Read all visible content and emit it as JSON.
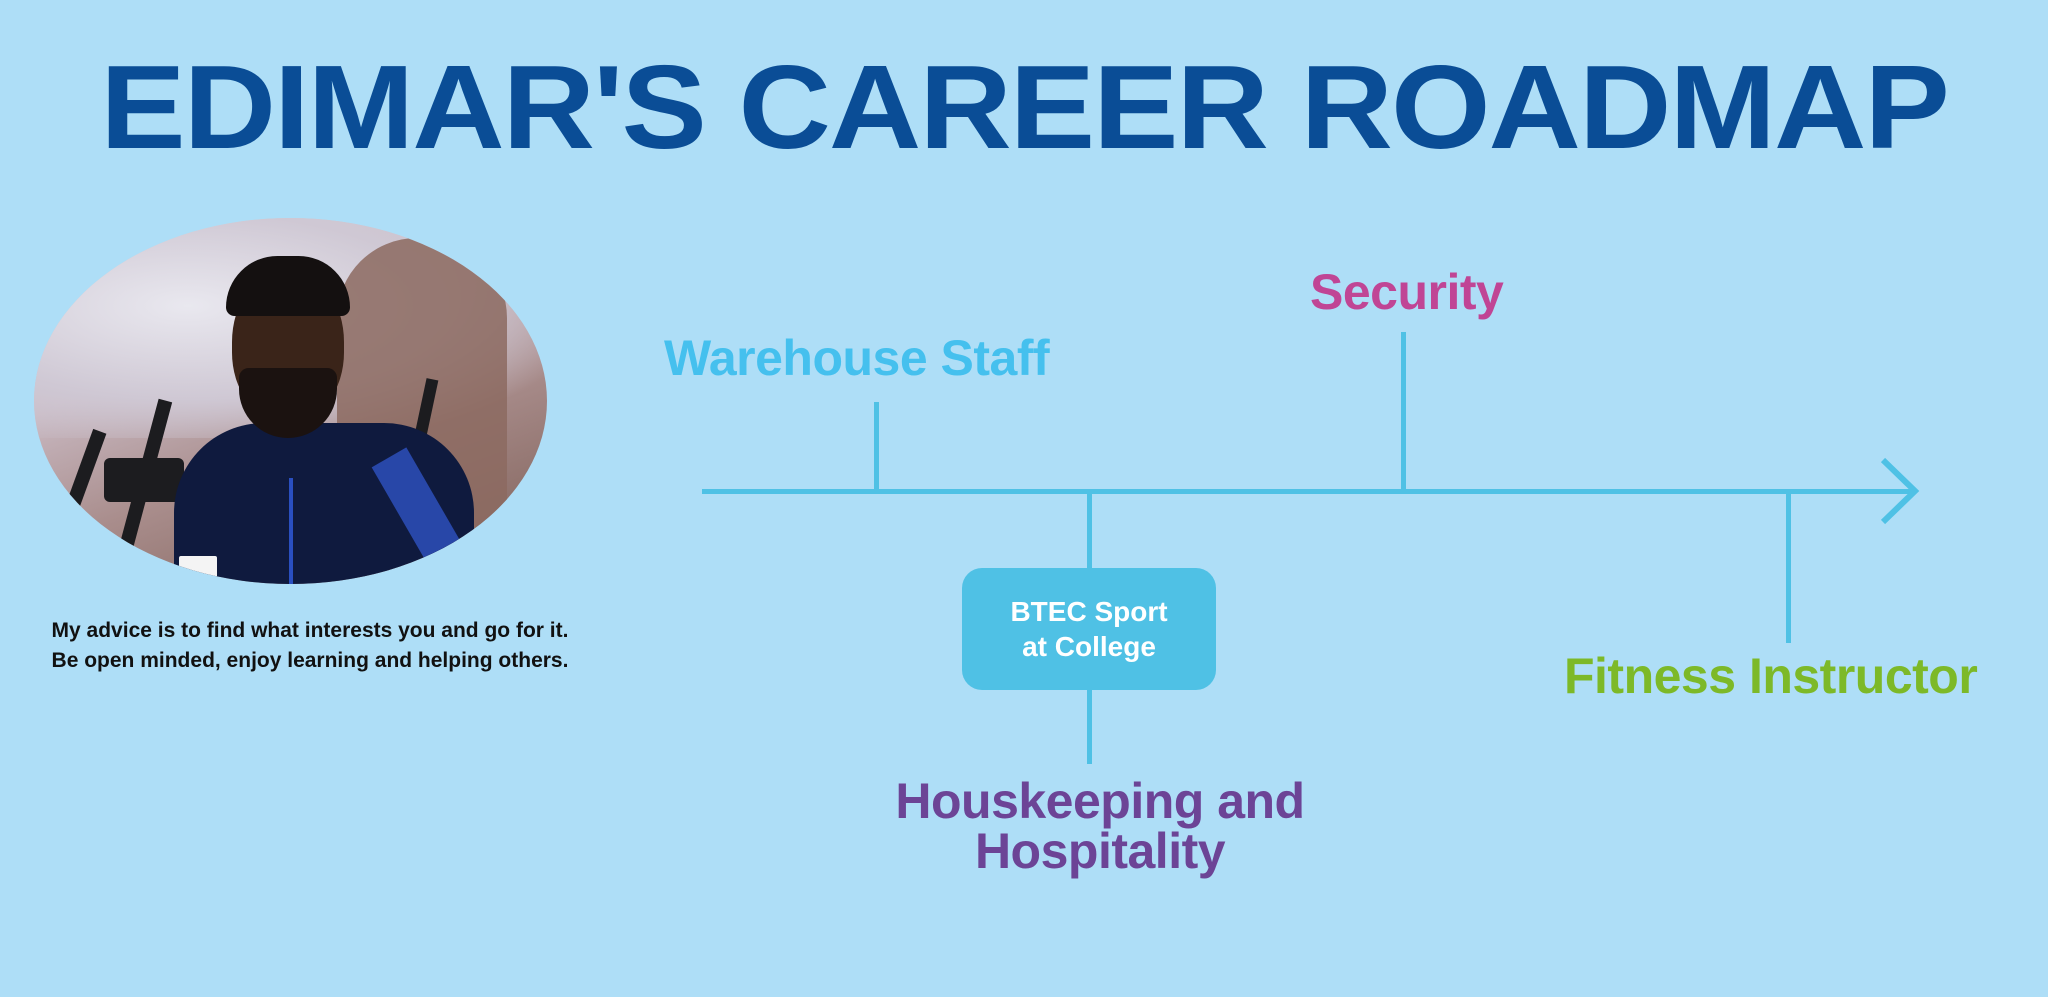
{
  "title": "EDIMAR'S CAREER ROADMAP",
  "profile": {
    "photo_alt": "Portrait of Edimar in a navy gym instructor jacket in a gym",
    "quote_lines": [
      "My advice is to find what interests you and go for it.",
      "Be open minded, enjoy learning and helping others."
    ]
  },
  "roadmap": {
    "steps": [
      {
        "label": "Warehouse Staff",
        "position": "above",
        "color": "#45C0EE"
      },
      {
        "label": "BTEC Sport at College",
        "lines": [
          "BTEC Sport",
          "at College"
        ],
        "position": "below",
        "style": "box",
        "color": "#4FC1E5"
      },
      {
        "label": "Houskeeping and Hospitality",
        "lines": [
          "Houskeeping and",
          "Hospitality"
        ],
        "position": "below",
        "color": "#6C4496"
      },
      {
        "label": "Security",
        "position": "above",
        "color": "#C04595"
      },
      {
        "label": "Fitness Instructor",
        "position": "below",
        "color": "#7DB928"
      }
    ],
    "line_color": "#4FC1E5"
  },
  "colors": {
    "background": "#AEDEF7",
    "title": "#0A4D96"
  }
}
